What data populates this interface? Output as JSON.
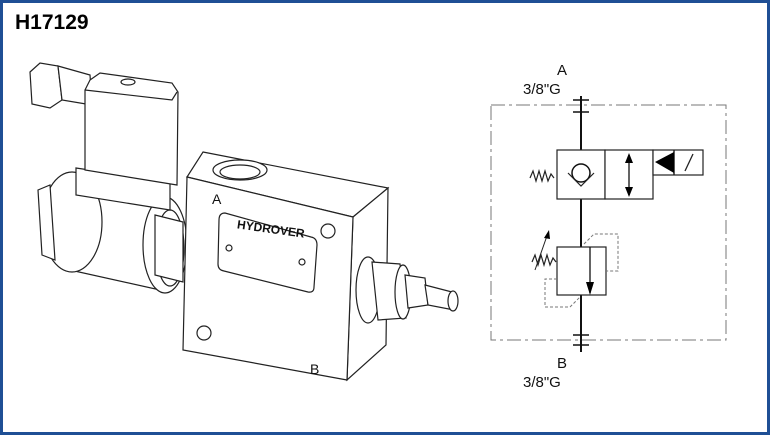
{
  "title": "H17129",
  "drawing": {
    "brand": "HYDROVER",
    "port_a_label": "A",
    "port_b_label": "B"
  },
  "schematic": {
    "port_a": {
      "label": "A",
      "size": "3/8\"G"
    },
    "port_b": {
      "label": "B",
      "size": "3/8\"G"
    }
  },
  "colors": {
    "border": "#1f4f95"
  }
}
